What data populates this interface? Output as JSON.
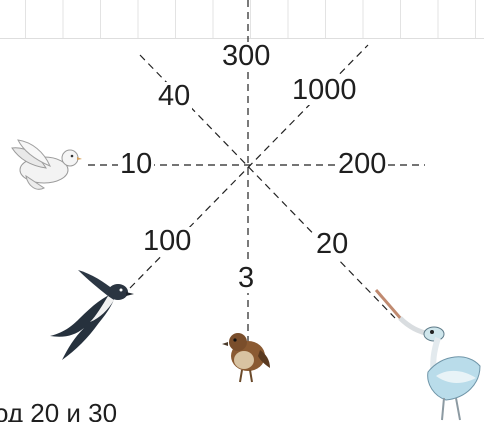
{
  "puzzle": {
    "labels": {
      "top": "300",
      "top_left": "40",
      "top_right": "1000",
      "left": "10",
      "right": "200",
      "bottom_left": "100",
      "bottom_right": "20",
      "bottom": "3"
    },
    "caption": "од 20 и 30"
  },
  "birds": {
    "dove": "dove-icon",
    "swallow": "swallow-icon",
    "sparrow": "sparrow-icon",
    "crane": "crane-icon"
  },
  "colors": {
    "line": "#222222",
    "text": "#1f1f1f"
  }
}
